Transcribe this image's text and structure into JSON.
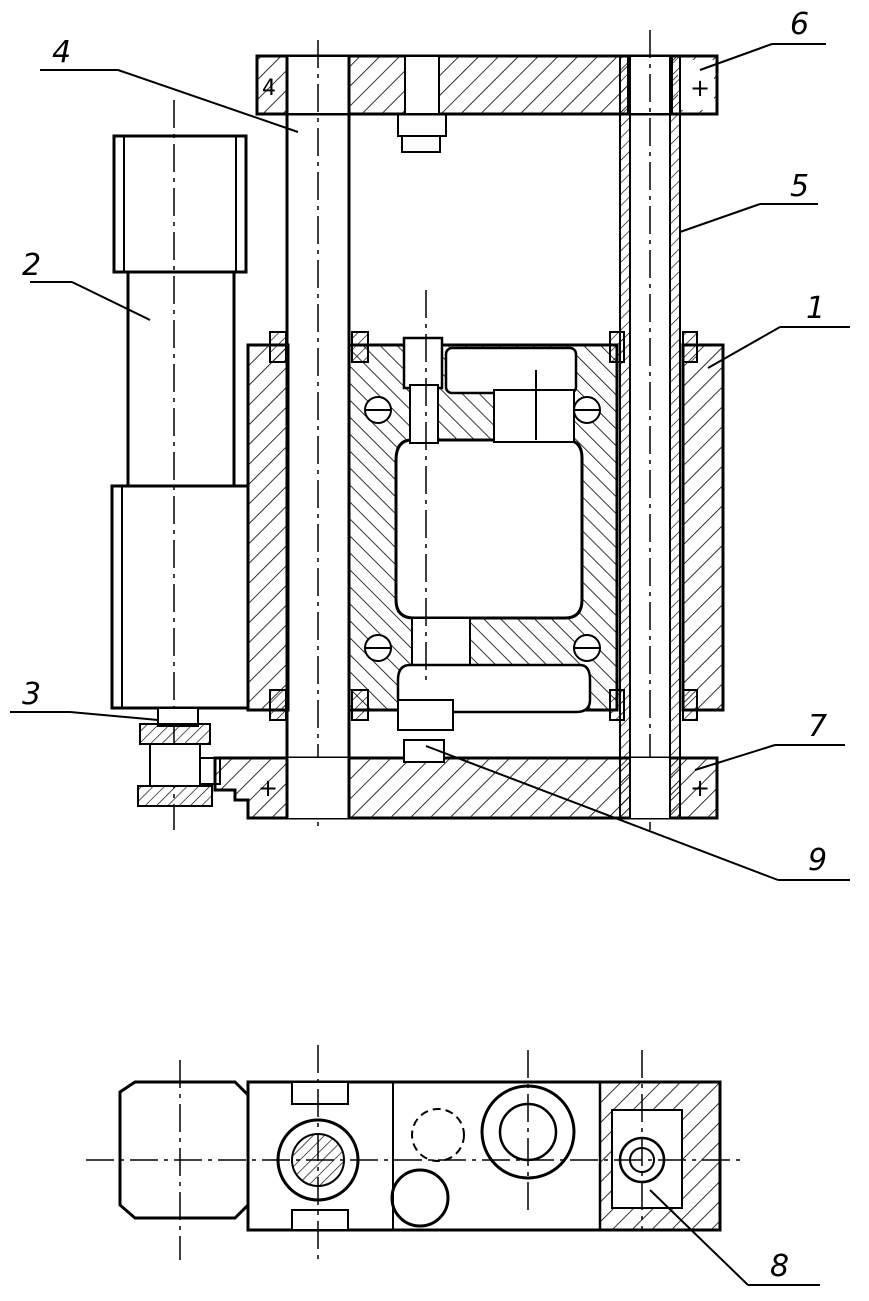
{
  "labels": {
    "l1": "1",
    "l2": "2",
    "l3": "3",
    "l4": "4",
    "l5": "5",
    "l6": "6",
    "l7": "7",
    "l8": "8",
    "l9": "9",
    "plate_mark_top": "4",
    "plate_mark_top_right": "+",
    "plate_mark_bottom_left": "+",
    "plate_mark_bottom_right": "+"
  },
  "colors": {
    "ink": "#000000",
    "paper": "#ffffff"
  }
}
